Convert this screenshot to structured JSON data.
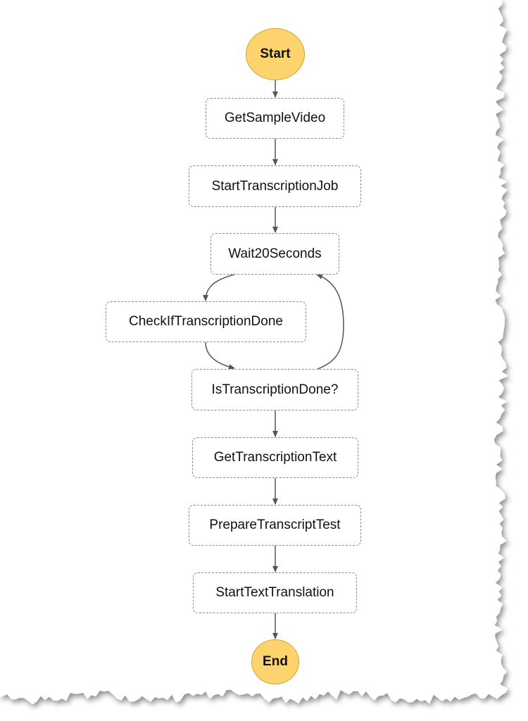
{
  "diagram": {
    "start": {
      "label": "Start",
      "color": "#fdd36e"
    },
    "end": {
      "label": "End",
      "color": "#fdd36e"
    },
    "states": [
      {
        "id": "get-sample-video",
        "label": "GetSampleVideo"
      },
      {
        "id": "start-transcription-job",
        "label": "StartTranscriptionJob"
      },
      {
        "id": "wait-20-seconds",
        "label": "Wait20Seconds"
      },
      {
        "id": "check-if-transcription-done",
        "label": "CheckIfTranscriptionDone"
      },
      {
        "id": "is-transcription-done",
        "label": "IsTranscriptionDone?"
      },
      {
        "id": "get-transcription-text",
        "label": "GetTranscriptionText"
      },
      {
        "id": "prepare-transcript-test",
        "label": "PrepareTranscriptTest"
      },
      {
        "id": "start-text-translation",
        "label": "StartTextTranslation"
      }
    ],
    "transitions": [
      [
        "Start",
        "GetSampleVideo"
      ],
      [
        "GetSampleVideo",
        "StartTranscriptionJob"
      ],
      [
        "StartTranscriptionJob",
        "Wait20Seconds"
      ],
      [
        "Wait20Seconds",
        "CheckIfTranscriptionDone"
      ],
      [
        "CheckIfTranscriptionDone",
        "IsTranscriptionDone?"
      ],
      [
        "IsTranscriptionDone?",
        "Wait20Seconds"
      ],
      [
        "IsTranscriptionDone?",
        "GetTranscriptionText"
      ],
      [
        "GetTranscriptionText",
        "PrepareTranscriptTest"
      ],
      [
        "PrepareTranscriptTest",
        "StartTextTranslation"
      ],
      [
        "StartTextTranslation",
        "End"
      ]
    ],
    "colors": {
      "terminal_fill": "#fdd36e",
      "box_border": "#8a8a8a",
      "arrow": "#555555"
    }
  }
}
